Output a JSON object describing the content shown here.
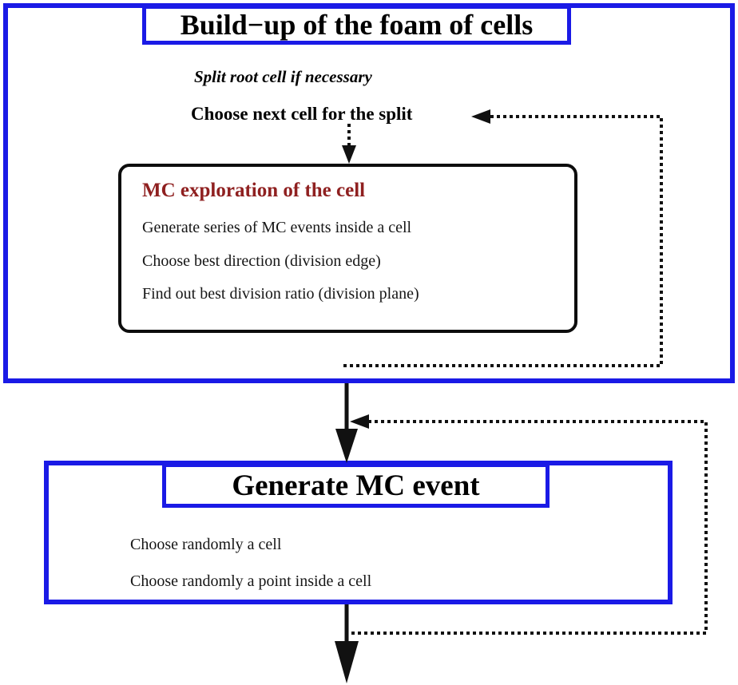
{
  "colors": {
    "blue_frame": "#1a1ae6",
    "mc_title_red": "#8f2020",
    "box_outline": "#0d0d0d",
    "text": "#000000",
    "background": "#ffffff"
  },
  "diagram": {
    "type": "flowchart",
    "title_top": "Build-up of the foam of cells",
    "title_bottom": "Generate MC event"
  },
  "buildup_panel": {
    "title": "Build−up of the foam of cells",
    "steps": [
      "Split root cell if necessary",
      "Choose next cell for the split"
    ],
    "mc_box": {
      "title": "MC exploration of the cell",
      "items": [
        "Generate series of MC events inside a cell",
        "Choose best direction (division edge)",
        "Find out best division ratio (division plane)"
      ]
    }
  },
  "generate_panel": {
    "title": "Generate MC event",
    "items": [
      "Choose randomly a cell",
      "Choose randomly a point inside a cell"
    ]
  },
  "connectors": [
    {
      "name": "choose-to-mc",
      "style": "dotted",
      "direction": "down",
      "from": "Choose next cell for the split",
      "to": "MC exploration of the cell"
    },
    {
      "name": "mc-loop-back",
      "style": "dotted",
      "direction": "left",
      "from": "MC exploration of the cell",
      "to": "Choose next cell for the split"
    },
    {
      "name": "buildup-to-generate",
      "style": "solid",
      "direction": "down",
      "from": "Build-up of the foam of cells",
      "to": "Generate MC event"
    },
    {
      "name": "generate-loop-back",
      "style": "dotted",
      "direction": "left",
      "from": "Generate MC event output",
      "to": "Generate MC event input"
    },
    {
      "name": "generate-output",
      "style": "solid",
      "direction": "down",
      "from": "Generate MC event",
      "to": "output"
    }
  ]
}
